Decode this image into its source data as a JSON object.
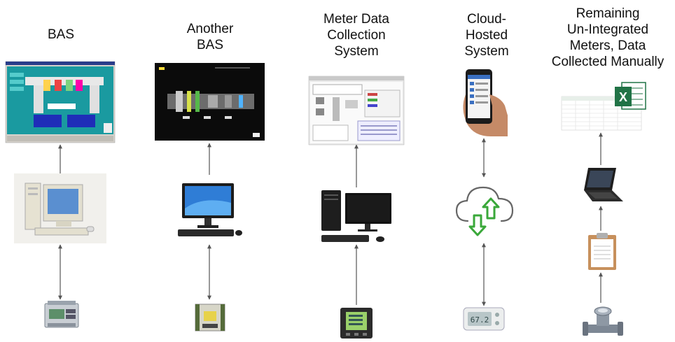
{
  "columns": [
    {
      "lines": [
        "BAS"
      ]
    },
    {
      "lines": [
        "Another",
        "BAS"
      ]
    },
    {
      "lines": [
        "Meter Data",
        "Collection",
        "System"
      ]
    },
    {
      "lines": [
        "Cloud-",
        "Hosted",
        "System"
      ]
    },
    {
      "lines": [
        "Remaining",
        "Un-Integrated",
        "Meters, Data",
        "Collected Manually"
      ]
    }
  ],
  "excel": {
    "badge": "X"
  },
  "thermostat": {
    "reading": "67.2"
  },
  "colors": {
    "arrow": "#555555",
    "cloud_arrows": "#3aa83a",
    "excel_green": "#217346"
  }
}
